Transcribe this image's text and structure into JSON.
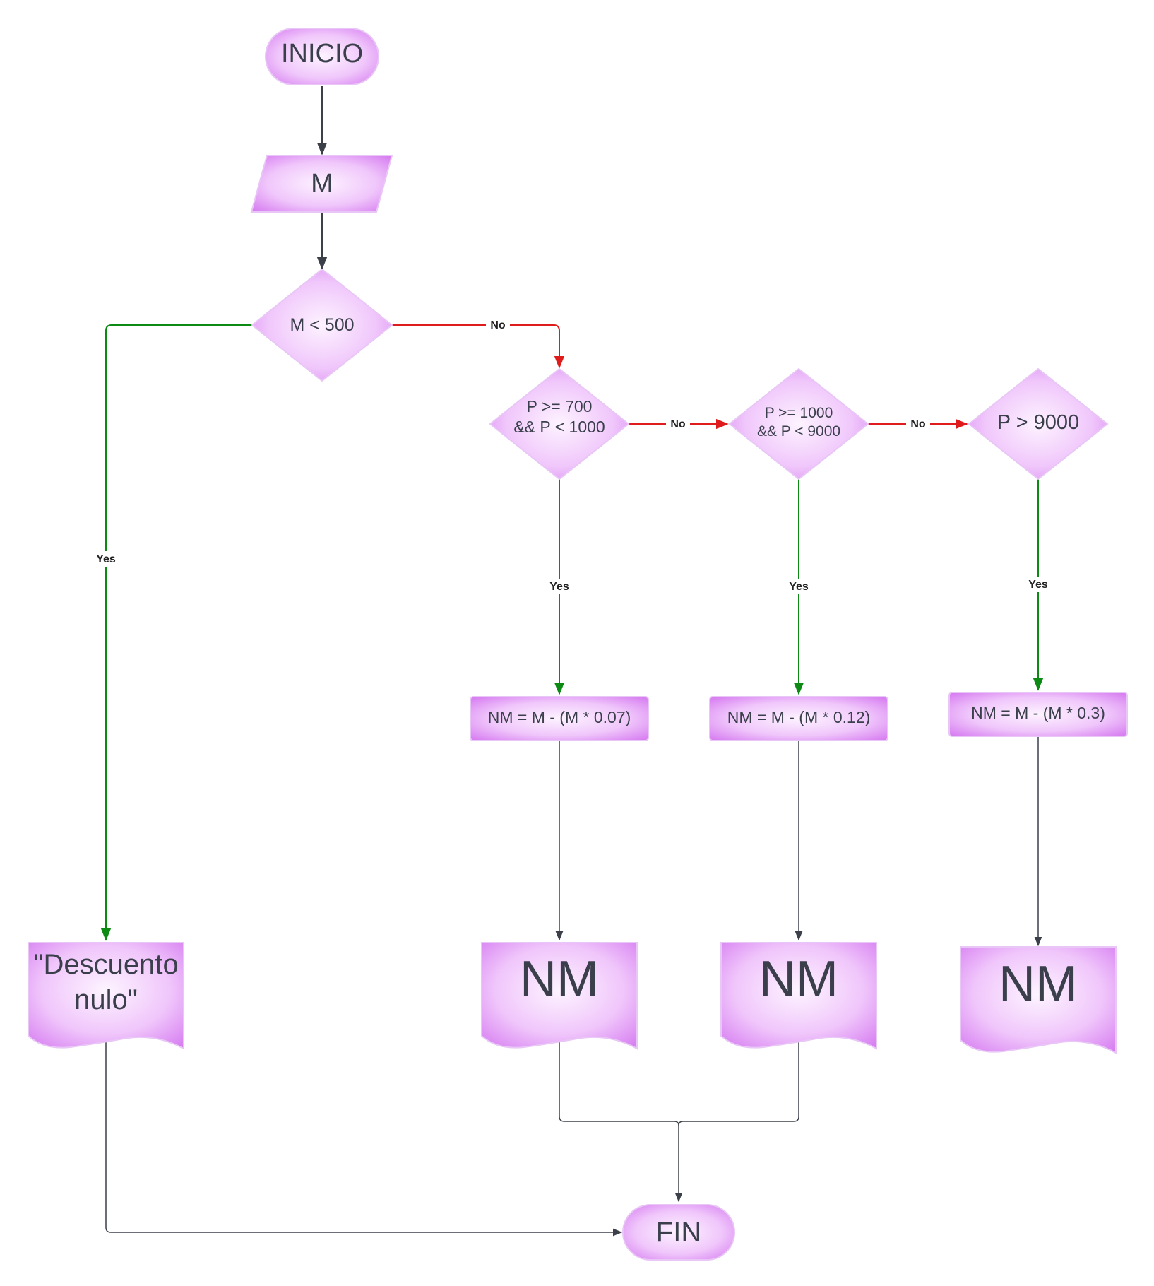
{
  "nodes": {
    "start": {
      "text": "INICIO",
      "shape": "terminal"
    },
    "input_m": {
      "text": "M",
      "shape": "parallelogram"
    },
    "decision_m_lt_500": {
      "text": "M < 500",
      "shape": "decision"
    },
    "decision_p_700_1000": {
      "line1": "P >= 700",
      "line2": "&& P < 1000",
      "shape": "decision"
    },
    "decision_p_1000_9000": {
      "line1": "P >= 1000",
      "line2": "&& P < 9000",
      "shape": "decision"
    },
    "decision_p_gt_9000": {
      "text": "P > 9000",
      "shape": "decision"
    },
    "process_007": {
      "text": "NM = M - (M * 0.07)",
      "shape": "process"
    },
    "process_012": {
      "text": "NM = M - (M * 0.12)",
      "shape": "process"
    },
    "process_03": {
      "text": "NM = M - (M * 0.3)",
      "shape": "process"
    },
    "output_descuento": {
      "line1": "\"Descuento",
      "line2": "nulo\"",
      "shape": "document"
    },
    "output_nm_1": {
      "text": "NM",
      "shape": "document"
    },
    "output_nm_2": {
      "text": "NM",
      "shape": "document"
    },
    "output_nm_3": {
      "text": "NM",
      "shape": "document"
    },
    "end": {
      "text": "FIN",
      "shape": "terminal"
    }
  },
  "edges": {
    "m500_no": "No",
    "m500_yes": "Yes",
    "p700_no": "No",
    "p700_yes": "Yes",
    "p1000_no": "No",
    "p1000_yes": "Yes",
    "p9000_yes": "Yes"
  },
  "colors": {
    "node_fill_edge": "#d57af0",
    "node_fill_center": "#fbeeff",
    "node_stroke": "#e6c4f3",
    "text": "#3a3f4b",
    "connector": "#3c4049",
    "yes_line": "#0c8a14",
    "no_line": "#e01b1b"
  }
}
